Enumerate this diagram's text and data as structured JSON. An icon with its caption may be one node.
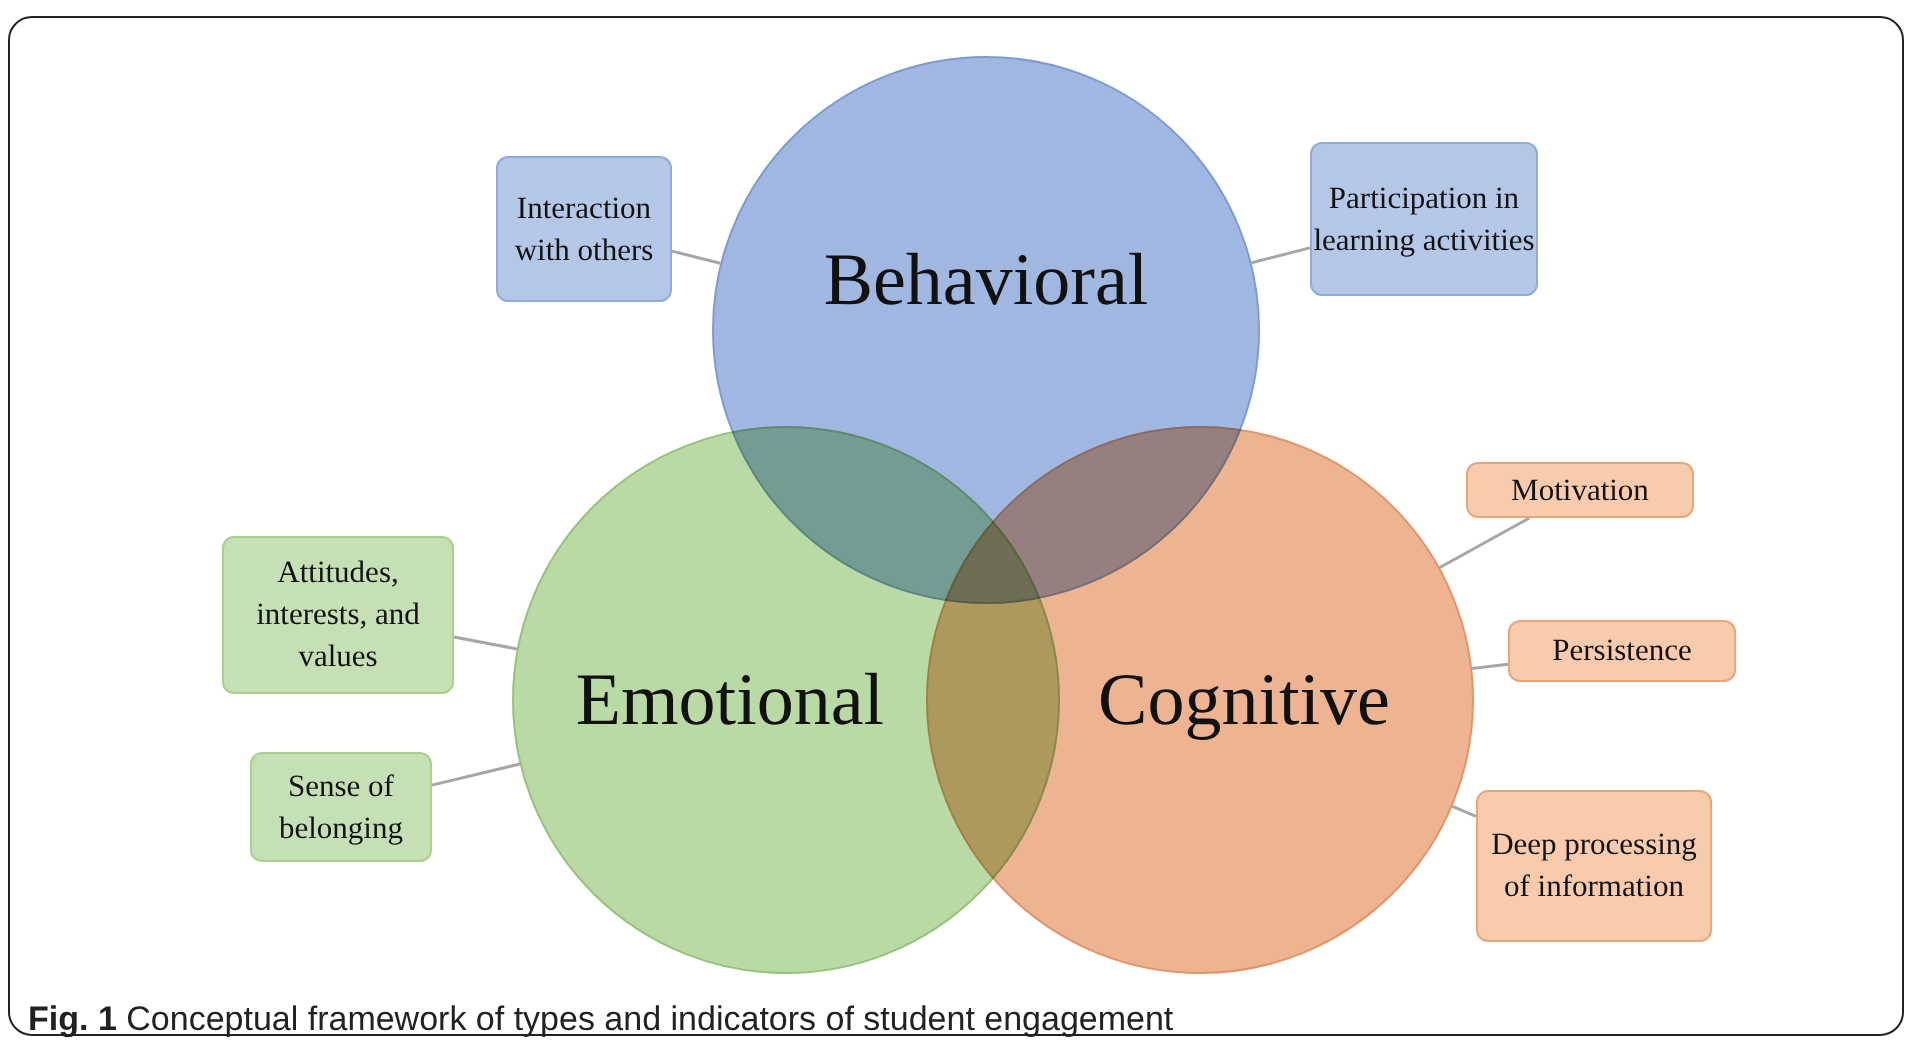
{
  "diagram": {
    "caption": "**Fig. 1** Conceptual framework of types and indicators of student engagement",
    "nodes": [
      {
        "text": [
          "Behavioral"
        ]
      },
      {
        "text": [
          "Emotional"
        ]
      },
      {
        "text": [
          "Cognitive"
        ]
      },
      {
        "text": [
          "Interaction with others"
        ]
      },
      {
        "text": [
          "Participation in learning activities"
        ]
      },
      {
        "text": [
          "Attitudes, interests, and values"
        ]
      },
      {
        "text": [
          "Sense of belonging"
        ]
      },
      {
        "text": [
          "Motivation"
        ]
      },
      {
        "text": [
          "Persistence"
        ]
      },
      {
        "text": [
          "Deep processing of information"
        ]
      }
    ],
    "edges": [
      {
        "from": 3,
        "to": 0,
        "arrow": "none"
      },
      {
        "from": 4,
        "to": 0,
        "arrow": "none"
      },
      {
        "from": 5,
        "to": 1,
        "arrow": "none"
      },
      {
        "from": 6,
        "to": 1,
        "arrow": "none"
      },
      {
        "from": 7,
        "to": 2,
        "arrow": "none"
      },
      {
        "from": 8,
        "to": 2,
        "arrow": "none"
      },
      {
        "from": 9,
        "to": 2,
        "arrow": "none"
      }
    ]
  }
}
